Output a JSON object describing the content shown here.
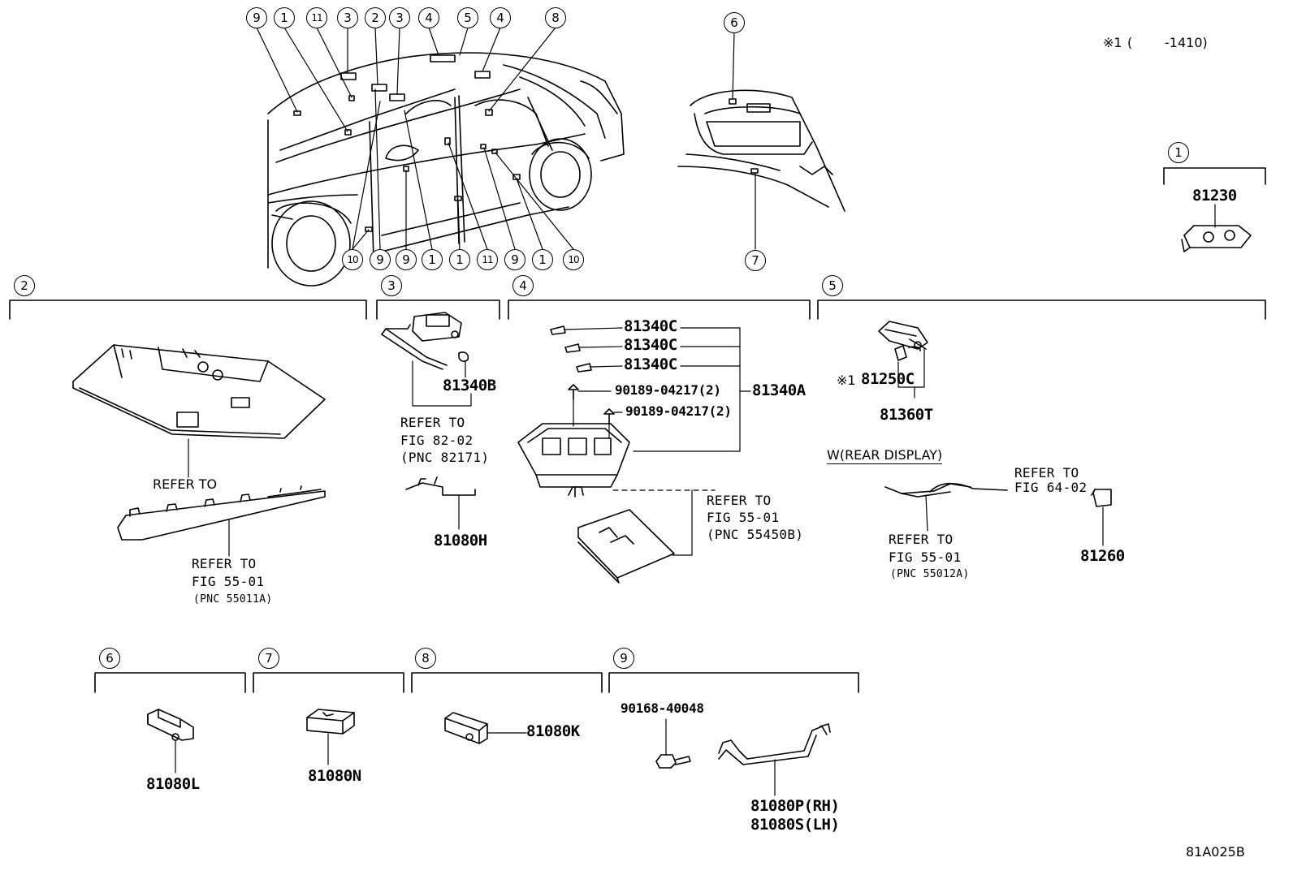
{
  "note": {
    "mark": "※1",
    "open": "(",
    "range": "-1410)"
  },
  "drawing_id": "81A025B",
  "top_callouts": [
    "9",
    "1",
    "11",
    "3",
    "2",
    "3",
    "4",
    "5",
    "4",
    "8"
  ],
  "bottom_callouts": [
    "10",
    "9",
    "9",
    "1",
    "1",
    "11",
    "9",
    "1",
    "10"
  ],
  "trunk_callouts": {
    "upper": "6",
    "lower": "7"
  },
  "groups": {
    "g1": {
      "callout": "1",
      "parts": {
        "p1": "81230"
      }
    },
    "g2": {
      "callout": "2",
      "refer_to": "REFER TO",
      "refer_lower": "REFER TO",
      "fig": "FIG 55-01",
      "pnc": "(PNC 55011A)"
    },
    "g3": {
      "callout": "3",
      "parts": {
        "p1": "81340B",
        "p2": "81080H"
      },
      "refer_to": "REFER TO",
      "fig": "FIG 82-02",
      "pnc": "(PNC 82171)"
    },
    "g4": {
      "callout": "4",
      "parts": {
        "bulb1": "81340C",
        "bulb2": "81340C",
        "bulb3": "81340C",
        "screw1": "90189-04217(2)",
        "screw2": "90189-04217(2)",
        "assy": "81340A"
      },
      "refer_to": "REFER TO",
      "fig": "FIG 55-01",
      "pnc": "(PNC 55450B)"
    },
    "g5": {
      "callout": "5",
      "note_mark": "※1",
      "parts": {
        "bulb": "81250C",
        "assy": "81360T",
        "p3": "81260"
      },
      "variant": "W(REAR DISPLAY)",
      "refer_a": "REFER TO",
      "fig_a": "FIG 64-02",
      "refer_b": "REFER TO",
      "fig_b": "FIG 55-01",
      "pnc_b": "(PNC 55012A)"
    },
    "g6": {
      "callout": "6",
      "parts": {
        "p1": "81080L"
      }
    },
    "g7": {
      "callout": "7",
      "parts": {
        "p1": "81080N"
      }
    },
    "g8": {
      "callout": "8",
      "parts": {
        "p1": "81080K"
      }
    },
    "g9": {
      "callout": "9",
      "parts": {
        "screw": "90168-40048",
        "rh": "81080P(RH)",
        "lh": "81080S(LH)"
      }
    }
  }
}
